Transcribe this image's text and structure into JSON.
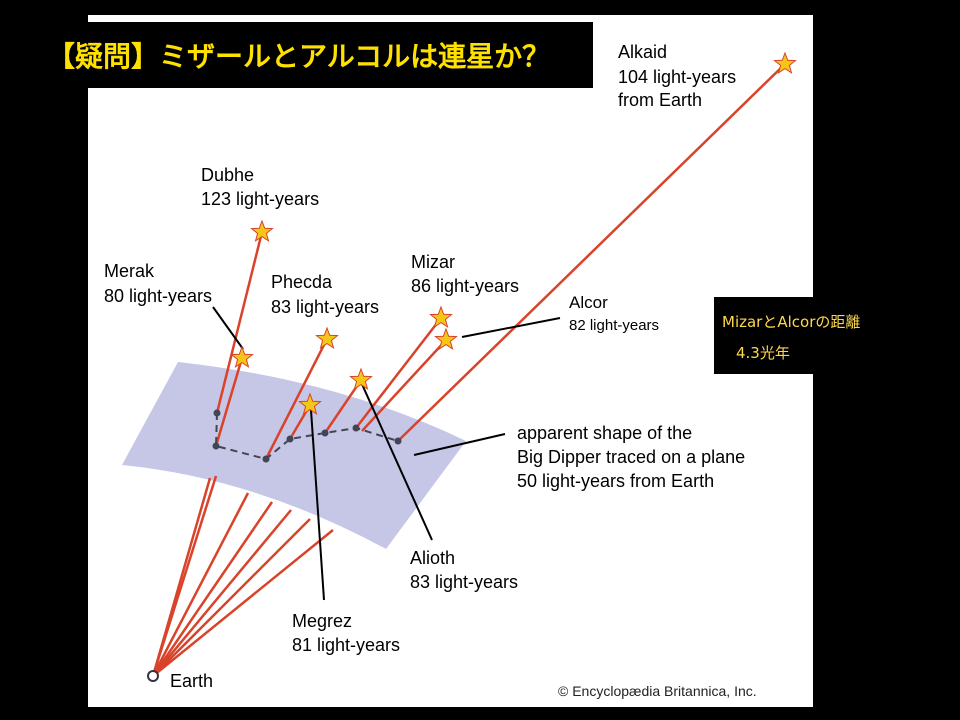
{
  "title": "【疑問】ミザールとアルコルは連星か？",
  "note": {
    "line1": "MizarとAlcorの距離",
    "line2": "4.3光年"
  },
  "colors": {
    "background": "#000000",
    "panel": "#FFFFFF",
    "plane": "#C6C6E6",
    "ray": "#D9432A",
    "star": "#F5C518",
    "title_text": "#FFE100",
    "note_text": "#FFD84A"
  },
  "icons": {
    "star": "star-icon",
    "earth": "earth-marker-icon"
  },
  "earth_label": "Earth",
  "plane_caption": [
    "apparent shape of the",
    "Big Dipper traced on a plane",
    "50 light-years from Earth"
  ],
  "copyright": "© Encyclopædia Britannica, Inc.",
  "stars": [
    {
      "name": "Alkaid",
      "lines": [
        "Alkaid",
        "104 light-years",
        "from Earth"
      ]
    },
    {
      "name": "Dubhe",
      "lines": [
        "Dubhe",
        "123 light-years"
      ]
    },
    {
      "name": "Merak",
      "lines": [
        "Merak",
        "80 light-years"
      ]
    },
    {
      "name": "Phecda",
      "lines": [
        "Phecda",
        "83 light-years"
      ]
    },
    {
      "name": "Mizar",
      "lines": [
        "Mizar",
        "86 light-years"
      ]
    },
    {
      "name": "Alcor",
      "lines": [
        "Alcor",
        "82 light-years"
      ]
    },
    {
      "name": "Alioth",
      "lines": [
        "Alioth",
        "83 light-years"
      ]
    },
    {
      "name": "Megrez",
      "lines": [
        "Megrez",
        "81 light-years"
      ]
    }
  ]
}
